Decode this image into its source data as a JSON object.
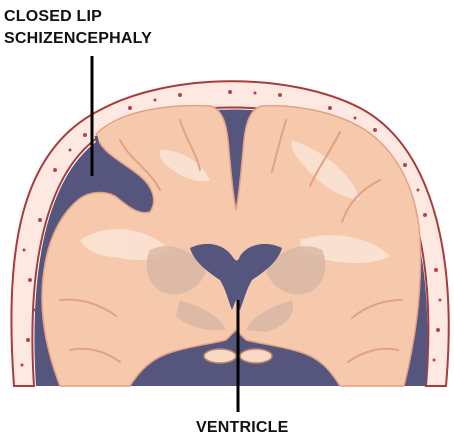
{
  "labels": {
    "closed_lip_line1": "CLOSED LIP",
    "closed_lip_line2": "SCHIZENCEPHALY",
    "ventricle": "VENTRICLE"
  },
  "colors": {
    "skull_fill": "#fde8e2",
    "skull_stroke": "#a83b3b",
    "csf_purple": "#55557e",
    "brain_tissue": "#f6c9ad",
    "brain_outline": "#e1a285",
    "white_matter": "#fbe3d4",
    "deep_gray": "#d9b8a4",
    "leader_line": "#000000"
  }
}
